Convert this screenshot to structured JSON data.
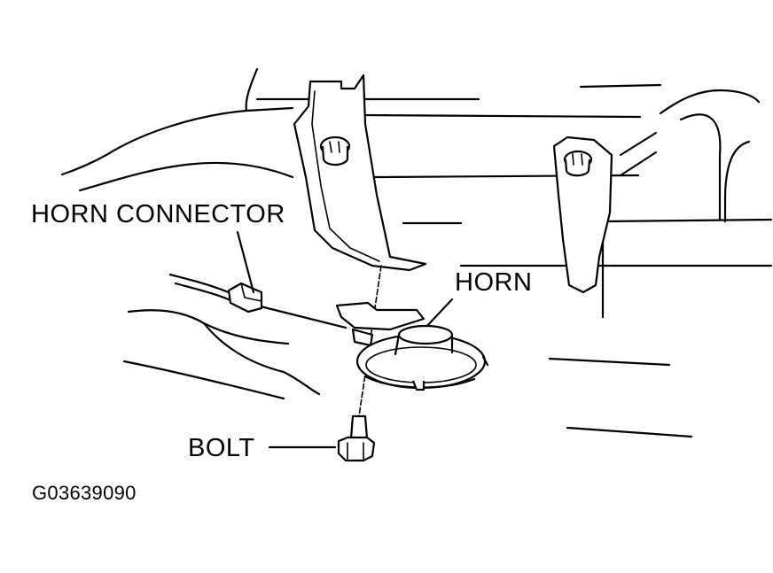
{
  "labels": {
    "horn_connector": "HORN CONNECTOR",
    "horn": "HORN",
    "bolt": "BOLT",
    "figure_id": "G03639090"
  }
}
